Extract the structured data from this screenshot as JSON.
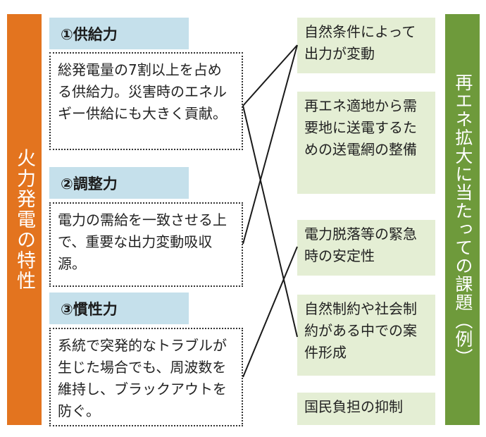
{
  "left_title": "火力発電の特性",
  "right_title": "再エネ拡大に当たっての課題（例）",
  "characteristics": [
    {
      "heading": "①供給力",
      "description": "総発電量の7割以上を占める供給力。災害時のエネルギー供給にも大きく貢献。"
    },
    {
      "heading": "②調整力",
      "description": "電力の需給を一致させる上で、重要な出力変動吸収源。"
    },
    {
      "heading": "③慣性力",
      "description": "系統で突発的なトラブルが生じた場合でも、周波数を維持し、ブラックアウトを防ぐ。"
    }
  ],
  "issues": [
    "自然条件によって出力が変動",
    "再エネ適地から需要地に送電するための送電網の整備",
    "電力脱落等の緊急時の安定性",
    "自然制約や社会制約がある中での案件形成",
    "国民負担の抑制"
  ],
  "links": [
    {
      "from": 0,
      "to": 0
    },
    {
      "from": 0,
      "to": 4
    },
    {
      "from": 1,
      "to": 0
    },
    {
      "from": 2,
      "to": 2
    }
  ],
  "colors": {
    "left_bar": "#E3741F",
    "right_bar": "#6E9A3B",
    "heading_bg": "#C5E0EB",
    "issue_bg": "#E4EED4",
    "line": "#1a1a1a"
  }
}
